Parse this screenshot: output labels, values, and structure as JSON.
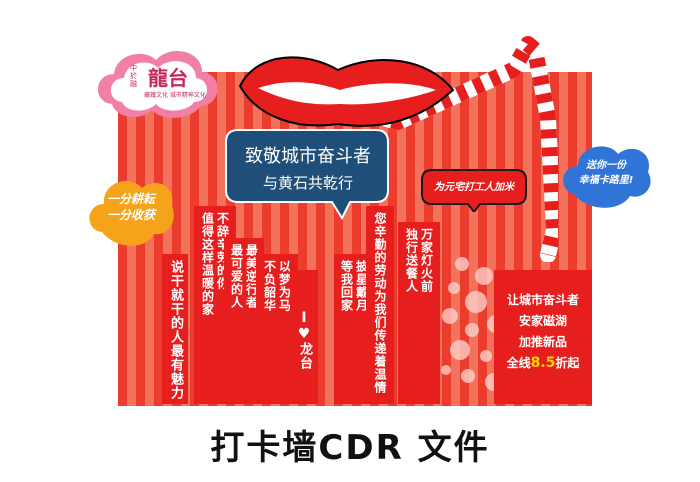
{
  "logo": {
    "small_left": "中 於 融",
    "name": "龍台",
    "tagline": "藏鐵文化 城市精神文化"
  },
  "speech_main": {
    "line1": "致敬城市奋斗者",
    "line2": "与黄石共乾行"
  },
  "speech_right": "为元宅打工人加米",
  "speech_left": {
    "line1": "一分耕耘",
    "line2": "一分收获"
  },
  "speech_blue": {
    "line1": "送你一份",
    "line2": "幸福卡路里!"
  },
  "banners": [
    {
      "lines": [
        "说干就干的人最有魅力"
      ]
    },
    {
      "lines": [
        "不辞辛劳的你",
        "值得这样温暖的家"
      ]
    },
    {
      "lines": [
        "最美逆行者",
        "最可爱的人"
      ]
    },
    {
      "lines": [
        "以梦为马",
        "不负韶华"
      ]
    },
    {
      "lines": [
        "龙台"
      ],
      "prefix": "I"
    },
    {
      "lines": [
        "披星戴月",
        "等我回家"
      ]
    },
    {
      "lines": [
        "您辛勤的劳动为我们传递着温情"
      ]
    },
    {
      "lines": [
        "万家灯火前",
        "独行送餐人"
      ]
    }
  ],
  "promo": {
    "line1": "让城市奋斗者",
    "line2": "安家磁湖",
    "line3": "加推新品",
    "line4_pre": "全线",
    "line4_num": "8.5",
    "line4_post": "折起"
  },
  "caption": "打卡墙CDR 文件",
  "colors": {
    "red": "#e61e1e",
    "stripe_dark": "#ec3c2e",
    "stripe_light": "#f2725b",
    "navy": "#1f4e79",
    "pink": "#f17fa6",
    "orange": "#f5a31a",
    "blue": "#2f74d6",
    "yellow": "#ffd200"
  }
}
